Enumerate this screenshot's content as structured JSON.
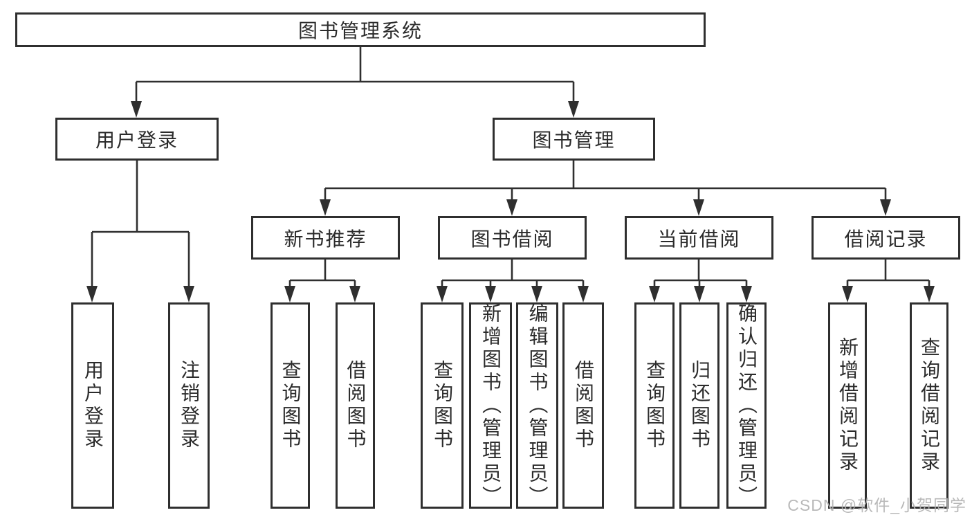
{
  "diagram": {
    "type": "tree",
    "root": {
      "label": "图书管理系统"
    },
    "level2": [
      {
        "id": "user-login",
        "label": "用户登录"
      },
      {
        "id": "book-management",
        "label": "图书管理"
      }
    ],
    "level3": [
      {
        "id": "new-book-recommend",
        "label": "新书推荐",
        "parent": "book-management"
      },
      {
        "id": "book-borrow",
        "label": "图书借阅",
        "parent": "book-management"
      },
      {
        "id": "current-borrow",
        "label": "当前借阅",
        "parent": "book-management"
      },
      {
        "id": "borrow-records",
        "label": "借阅记录",
        "parent": "book-management"
      }
    ],
    "leaves": {
      "user_login": [
        {
          "label": "用户登录"
        },
        {
          "label": "注销登录"
        }
      ],
      "new_book": [
        {
          "label": "查询图书"
        },
        {
          "label": "借阅图书"
        }
      ],
      "borrow": [
        {
          "label": "查询图书"
        },
        {
          "label": "新增图书（管理员）"
        },
        {
          "label": "编辑图书（管理员）"
        },
        {
          "label": "借阅图书"
        }
      ],
      "current": [
        {
          "label": "查询图书"
        },
        {
          "label": "归还图书"
        },
        {
          "label": "确认归还（管理员）"
        }
      ],
      "records": [
        {
          "label": "新增借阅记录"
        },
        {
          "label": "查询借阅记录"
        }
      ]
    },
    "watermark": "CSDN @软件_小贺同学",
    "colors": {
      "line": "#2f2f2f",
      "text": "#2b2b2b",
      "box_background": "#ffffff",
      "watermark": "#b2b2b2",
      "background": "#ffffff"
    }
  }
}
